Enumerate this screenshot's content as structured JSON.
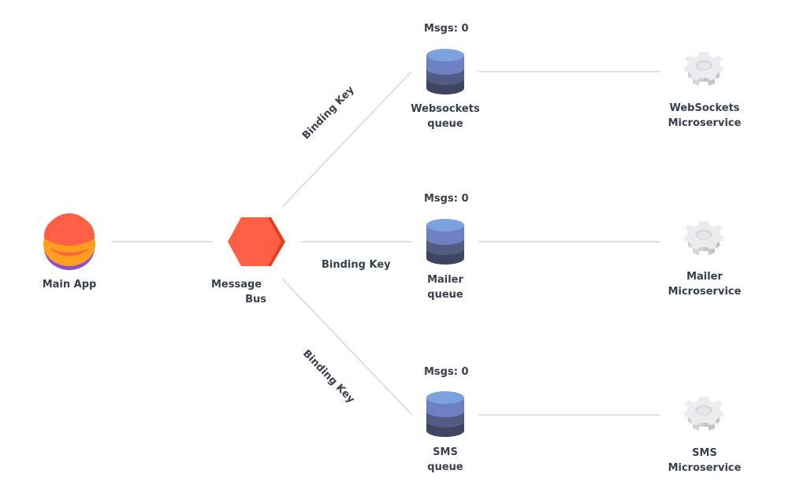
{
  "diagram": {
    "type": "message-queue-topology",
    "colors": {
      "edge": "#e0e0e0",
      "text": "#3a3f4f",
      "main_app_top": "#ff5f45",
      "main_app_mid": "#ff9f1c",
      "main_app_bottom": "#8b4fd1",
      "bus": "#ff5f45",
      "bus_shadow": "#e83c17",
      "queue_top": "#7aa3de",
      "queue_l1": "#6f7fc4",
      "queue_l2": "#515c82",
      "queue_l3": "#3f4560",
      "gear": "#e4e4e6"
    },
    "main_app": {
      "label": "Main App",
      "icon": "sphere-icon"
    },
    "message_bus": {
      "label_line1": "Message",
      "label_line2": "Bus",
      "icon": "hexagon-icon"
    },
    "binding_key_label": "Binding Key",
    "queues": [
      {
        "id": "websockets",
        "msgs": "Msgs: 0",
        "label_line1": "Websockets",
        "label_line2": "queue",
        "icon": "database-icon"
      },
      {
        "id": "mailer",
        "msgs": "Msgs: 0",
        "label_line1": "Mailer",
        "label_line2": "queue",
        "icon": "database-icon"
      },
      {
        "id": "sms",
        "msgs": "Msgs: 0",
        "label_line1": "SMS",
        "label_line2": "queue",
        "icon": "database-icon"
      }
    ],
    "microservices": [
      {
        "id": "websockets",
        "label_line1": "WebSockets",
        "label_line2": "Microservice",
        "icon": "gear-icon"
      },
      {
        "id": "mailer",
        "label_line1": "Mailer",
        "label_line2": "Microservice",
        "icon": "gear-icon"
      },
      {
        "id": "sms",
        "label_line1": "SMS",
        "label_line2": "Microservice",
        "icon": "gear-icon"
      }
    ],
    "edges": [
      {
        "from": "main_app",
        "to": "message_bus"
      },
      {
        "from": "message_bus",
        "to": "websockets_queue",
        "label": "Binding Key"
      },
      {
        "from": "message_bus",
        "to": "mailer_queue",
        "label": "Binding Key"
      },
      {
        "from": "message_bus",
        "to": "sms_queue",
        "label": "Binding Key"
      },
      {
        "from": "websockets_queue",
        "to": "websockets_microservice"
      },
      {
        "from": "mailer_queue",
        "to": "mailer_microservice"
      },
      {
        "from": "sms_queue",
        "to": "sms_microservice"
      }
    ]
  }
}
